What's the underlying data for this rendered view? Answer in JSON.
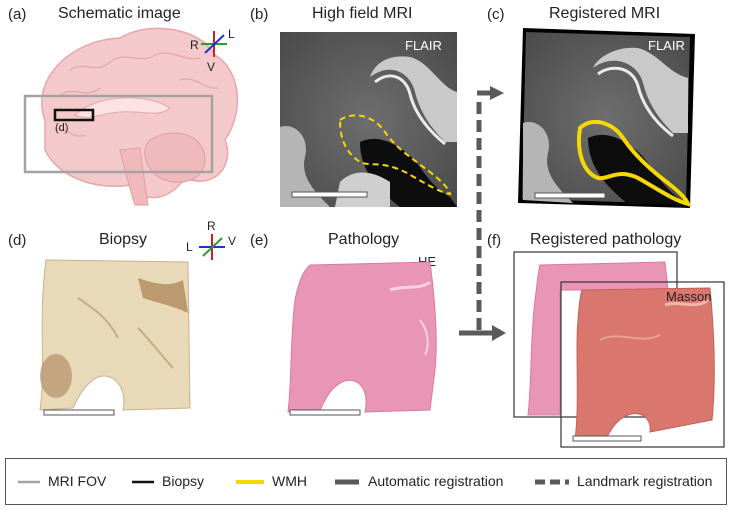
{
  "panels": {
    "a": {
      "letter": "(a)",
      "title": "Schematic image",
      "inset_label": "(d)"
    },
    "b": {
      "letter": "(b)",
      "title": "High field MRI",
      "sequence": "FLAIR"
    },
    "c": {
      "letter": "(c)",
      "title": "Registered MRI",
      "sequence": "FLAIR"
    },
    "d": {
      "letter": "(d)",
      "title": "Biopsy"
    },
    "e": {
      "letter": "(e)",
      "title": "Pathology",
      "stain": "HE"
    },
    "f": {
      "letter": "(f)",
      "title": "Registered pathology",
      "stain": "Masson"
    }
  },
  "orientation_a": {
    "up": "R",
    "right": "L",
    "down": "V"
  },
  "orientation_d": {
    "left": "L",
    "up": "R",
    "right": "V"
  },
  "legend": {
    "mri_fov": "MRI FOV",
    "biopsy": "Biopsy",
    "wmh": "WMH",
    "automatic": "Automatic registration",
    "landmark": "Landmark registration"
  },
  "colors": {
    "mri_fov": "#a3a3a3",
    "biopsy": "#111111",
    "wmh": "#f5d800",
    "registration_arrow": "#5a5a5a",
    "brain": "#f3c6c8",
    "he_stain": "#e995b5",
    "masson_stain": "#d9776f",
    "biopsy_tissue": "#e8d9b8"
  }
}
